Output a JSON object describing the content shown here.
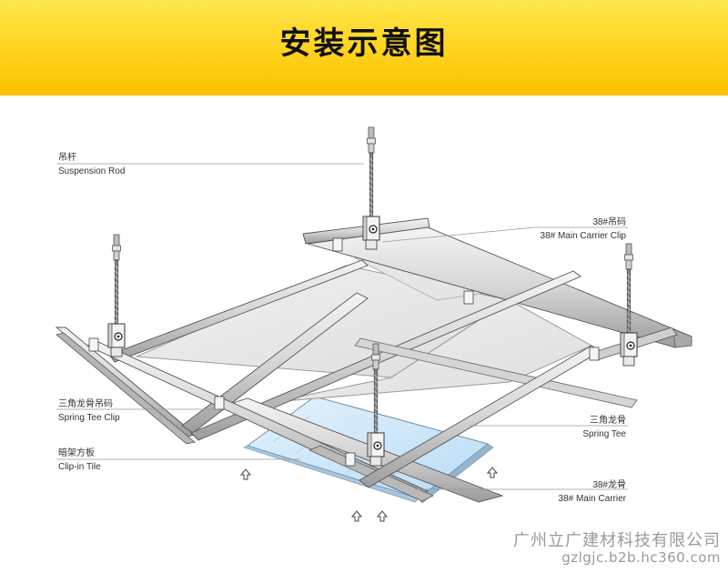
{
  "banner": {
    "title": "安装示意图"
  },
  "labels": {
    "suspension_rod": {
      "cn": "吊杆",
      "en": "Suspension Rod"
    },
    "main_carrier_clip": {
      "cn": "38#吊码",
      "en": "38# Main Carrier Clip"
    },
    "spring_tee_clip": {
      "cn": "三角龙骨吊码",
      "en": "Spring Tee Clip"
    },
    "spring_tee": {
      "cn": "三角龙骨",
      "en": "Spring Tee"
    },
    "clip_in_tile": {
      "cn": "暗架方板",
      "en": "Clip-in Tile"
    },
    "main_carrier": {
      "cn": "38#龙骨",
      "en": "38#  Main Carrier"
    }
  },
  "footer": {
    "company": "广州立广建材科技有限公司",
    "url": "gzlgjc.b2b.hc360.com"
  },
  "colors": {
    "banner_yellow": "#ffd21e",
    "tile_blue": "#cfe6f8",
    "metal_grey": "#d8d8d8"
  }
}
